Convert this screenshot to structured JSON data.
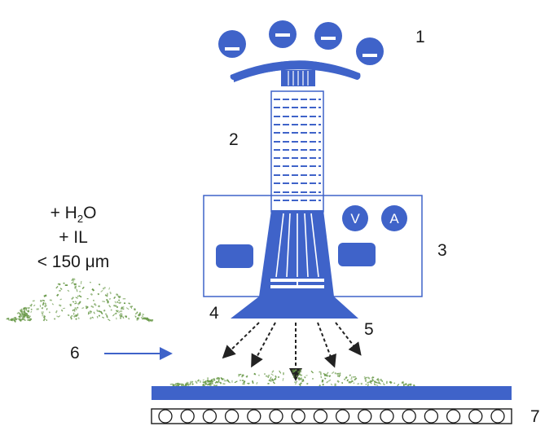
{
  "colors": {
    "primary": "#3f63c9",
    "outline": "#3f63c9",
    "particles": "#6a9a4a",
    "arrows": "#222222",
    "text": "#1a1a1a"
  },
  "numbers": {
    "n1": "1",
    "n2": "2",
    "n3": "3",
    "n4": "4",
    "n5": "5",
    "n6": "6",
    "n7": "7"
  },
  "ions": [
    "–",
    "–",
    "–",
    "–"
  ],
  "meters": {
    "voltage": "V",
    "current": "A"
  },
  "additives": {
    "water_prefix": "+ H",
    "water_sub": "2",
    "water_suffix": "O",
    "ionic_liquid": "+ IL",
    "particle_size": "< 150 μm"
  }
}
